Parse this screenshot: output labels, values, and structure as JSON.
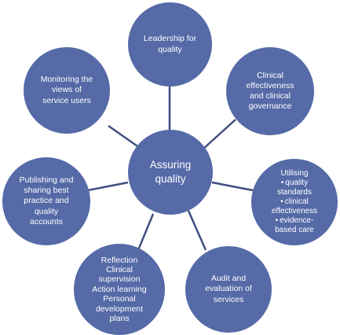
{
  "diagram": {
    "center": {
      "lines": [
        "Assuring",
        "quality"
      ]
    },
    "satellites": [
      {
        "id": "leadership",
        "lines": [
          "Leadership for",
          "quality"
        ]
      },
      {
        "id": "clinical",
        "lines": [
          "Clinical",
          "effectiveness",
          "and clinical",
          "governance"
        ]
      },
      {
        "id": "utilising",
        "heading": "Utilising",
        "bullets": [
          [
            "quality",
            "standards"
          ],
          [
            "clinical",
            "effectiveness"
          ],
          [
            "evidence-",
            "based care"
          ]
        ]
      },
      {
        "id": "audit",
        "lines": [
          "Audit and",
          "evaluation of",
          "services"
        ]
      },
      {
        "id": "reflection",
        "lines": [
          "Reflection",
          "Clinical",
          "supervision",
          "Action learning",
          "Personal",
          "development",
          "plans"
        ]
      },
      {
        "id": "publishing",
        "lines": [
          "Publishing and",
          "sharing best",
          "practice and",
          "quality",
          "accounts"
        ]
      },
      {
        "id": "monitoring",
        "lines": [
          "Monitoring the",
          "views of",
          "service users"
        ]
      }
    ],
    "bullet_symbol": "•",
    "colors": {
      "node_fill": "#556AA7",
      "link_stroke": "#3F4F7F",
      "text": "#ffffff"
    }
  }
}
